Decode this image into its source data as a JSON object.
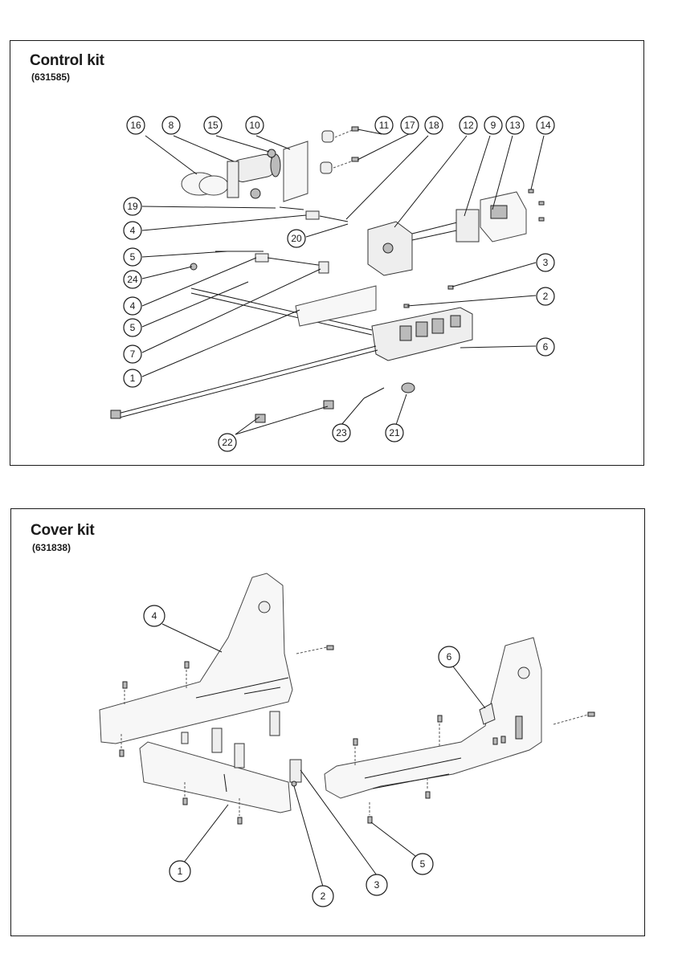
{
  "control_kit": {
    "title": "Control kit",
    "code": "(631585)",
    "callouts": [
      "16",
      "8",
      "15",
      "10",
      "11",
      "17",
      "18",
      "12",
      "9",
      "13",
      "14",
      "19",
      "4",
      "20",
      "5",
      "24",
      "4",
      "5",
      "7",
      "1",
      "3",
      "2",
      "6",
      "22",
      "23",
      "21"
    ]
  },
  "cover_kit": {
    "title": "Cover kit",
    "code": "(631838)",
    "callouts": [
      "4",
      "6",
      "1",
      "2",
      "3",
      "5"
    ]
  }
}
